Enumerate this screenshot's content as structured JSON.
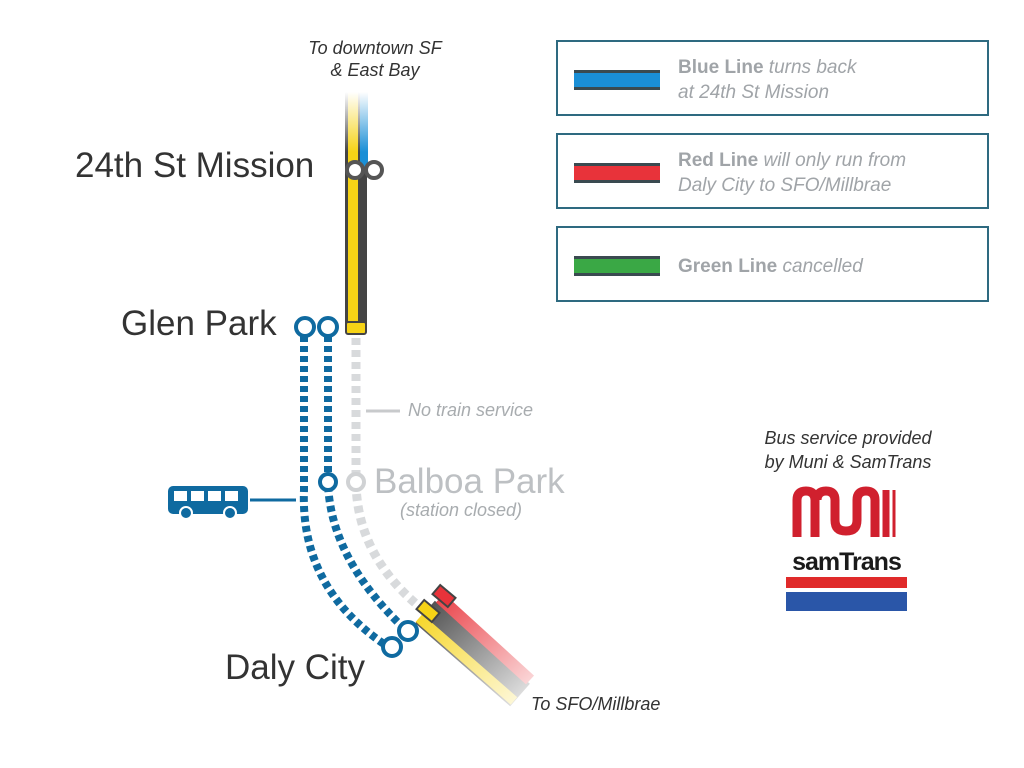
{
  "destinations": {
    "north": [
      "To downtown SF",
      "& East Bay"
    ],
    "south": "To SFO/Millbrae"
  },
  "stations": {
    "mission24": "24th St Mission",
    "glen_park": "Glen Park",
    "balboa_park": "Balboa Park",
    "balboa_park_status": "(station closed)",
    "daly_city": "Daly City"
  },
  "annotations": {
    "no_service": "No train service"
  },
  "legend": [
    {
      "line": "Blue Line",
      "desc1": "turns back",
      "desc2": "at 24th St Mission",
      "color": "#1a8fd6"
    },
    {
      "line": "Red Line",
      "desc1": "will only run from",
      "desc2": "Daly City to SFO/Millbrae",
      "color": "#e8333a"
    },
    {
      "line": "Green Line",
      "desc1": "cancelled",
      "desc2": "",
      "color": "#3aa845"
    }
  ],
  "bus": {
    "text1": "Bus service provided",
    "text2": "by Muni & SamTrans",
    "muni_logo": "MUNI",
    "samtrans_logo": "samTrans"
  },
  "colors": {
    "yellow": "#f6d316",
    "blue_line": "#1a8fd6",
    "red": "#e8333a",
    "bus_blue": "#0f6aa0",
    "closed_grey": "#d8dadc",
    "outline": "#555555",
    "muni_red": "#d0202e",
    "samtrans_red": "#e02a2a",
    "samtrans_blue": "#2a56a8"
  }
}
